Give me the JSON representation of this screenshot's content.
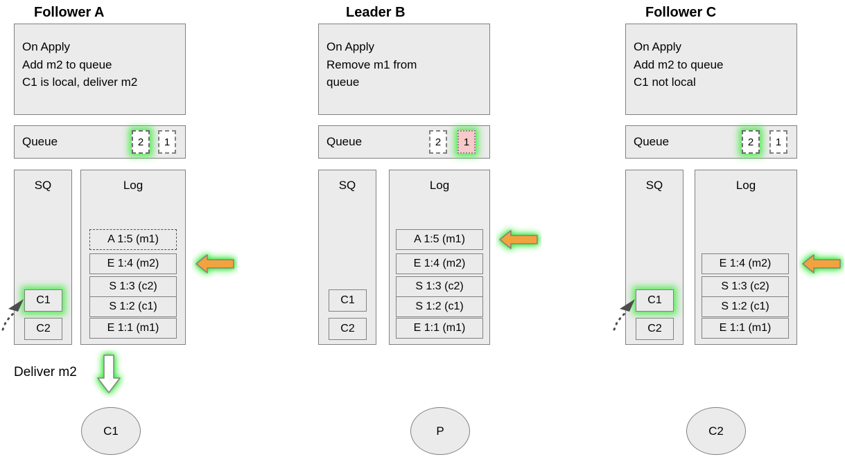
{
  "diagram": {
    "title_row": [
      {
        "label": "Follower A"
      },
      {
        "label": "Leader B"
      },
      {
        "label": "Follower C"
      }
    ]
  },
  "columns": [
    {
      "id": "follower-a",
      "title": "Follower A",
      "on_apply": {
        "heading": "On Apply",
        "lines": [
          "Add m2 to queue",
          "C1 is local, deliver m2"
        ]
      },
      "queue": {
        "label": "Queue",
        "cells": [
          {
            "value": "2",
            "style": "dashed-glow"
          },
          {
            "value": "1",
            "style": "dashed"
          }
        ]
      },
      "sq": {
        "header": "SQ",
        "entries": [
          {
            "label": "C1",
            "style": "glow"
          },
          {
            "label": "C2",
            "style": "plain"
          }
        ],
        "pointer_target": "C1"
      },
      "log": {
        "header": "Log",
        "entries": [
          {
            "label": "A 1:5 (m1)",
            "style": "dashed"
          },
          {
            "label": "E 1:4 (m2)",
            "style": "plain"
          },
          {
            "label": "S 1:3 (c2)",
            "style": "plain"
          },
          {
            "label": "S 1:2 (c1)",
            "style": "plain"
          },
          {
            "label": "E 1:1 (m1)",
            "style": "plain"
          }
        ],
        "arrow_points_at": "E 1:4 (m2)"
      },
      "deliver": {
        "label": "Deliver m2",
        "arrow": "down-arrow-glow"
      },
      "client": {
        "label": "C1"
      }
    },
    {
      "id": "leader-b",
      "title": "Leader B",
      "on_apply": {
        "heading": "On Apply",
        "lines": [
          "Remove m1 from",
          "queue"
        ]
      },
      "queue": {
        "label": "Queue",
        "cells": [
          {
            "value": "2",
            "style": "dashed"
          },
          {
            "value": "1",
            "style": "pink-glow"
          }
        ]
      },
      "sq": {
        "header": "SQ",
        "entries": [
          {
            "label": "C1",
            "style": "plain"
          },
          {
            "label": "C2",
            "style": "plain"
          }
        ],
        "pointer_target": ""
      },
      "log": {
        "header": "Log",
        "entries": [
          {
            "label": "A 1:5 (m1)",
            "style": "plain"
          },
          {
            "label": "E 1:4 (m2)",
            "style": "plain"
          },
          {
            "label": "S 1:3 (c2)",
            "style": "plain"
          },
          {
            "label": "S 1:2 (c1)",
            "style": "plain"
          },
          {
            "label": "E 1:1 (m1)",
            "style": "plain"
          }
        ],
        "arrow_points_at": "A 1:5 (m1)"
      },
      "deliver": {
        "label": "",
        "arrow": ""
      },
      "client": {
        "label": "P"
      }
    },
    {
      "id": "follower-c",
      "title": "Follower C",
      "on_apply": {
        "heading": "On Apply",
        "lines": [
          "Add m2 to queue",
          "C1 not local"
        ]
      },
      "queue": {
        "label": "Queue",
        "cells": [
          {
            "value": "2",
            "style": "dashed-glow"
          },
          {
            "value": "1",
            "style": "dashed"
          }
        ]
      },
      "sq": {
        "header": "SQ",
        "entries": [
          {
            "label": "C1",
            "style": "glow"
          },
          {
            "label": "C2",
            "style": "plain"
          }
        ],
        "pointer_target": "C1"
      },
      "log": {
        "header": "Log",
        "entries": [
          {
            "label": "E 1:4 (m2)",
            "style": "plain"
          },
          {
            "label": "S 1:3 (c2)",
            "style": "plain"
          },
          {
            "label": "S 1:2 (c1)",
            "style": "plain"
          },
          {
            "label": "E 1:1 (m1)",
            "style": "plain"
          }
        ],
        "arrow_points_at": "E 1:4 (m2)"
      },
      "deliver": {
        "label": "",
        "arrow": ""
      },
      "client": {
        "label": "C2"
      }
    }
  ],
  "colors": {
    "panel_fill": "#ebebeb",
    "panel_stroke": "#808080",
    "highlight_glow": "#3ceb3c",
    "arrow_orange": "#f5a košík",
    "arrow_orange_fill": "#f2a council",
    "queue_pink": "#f7c9c9"
  }
}
